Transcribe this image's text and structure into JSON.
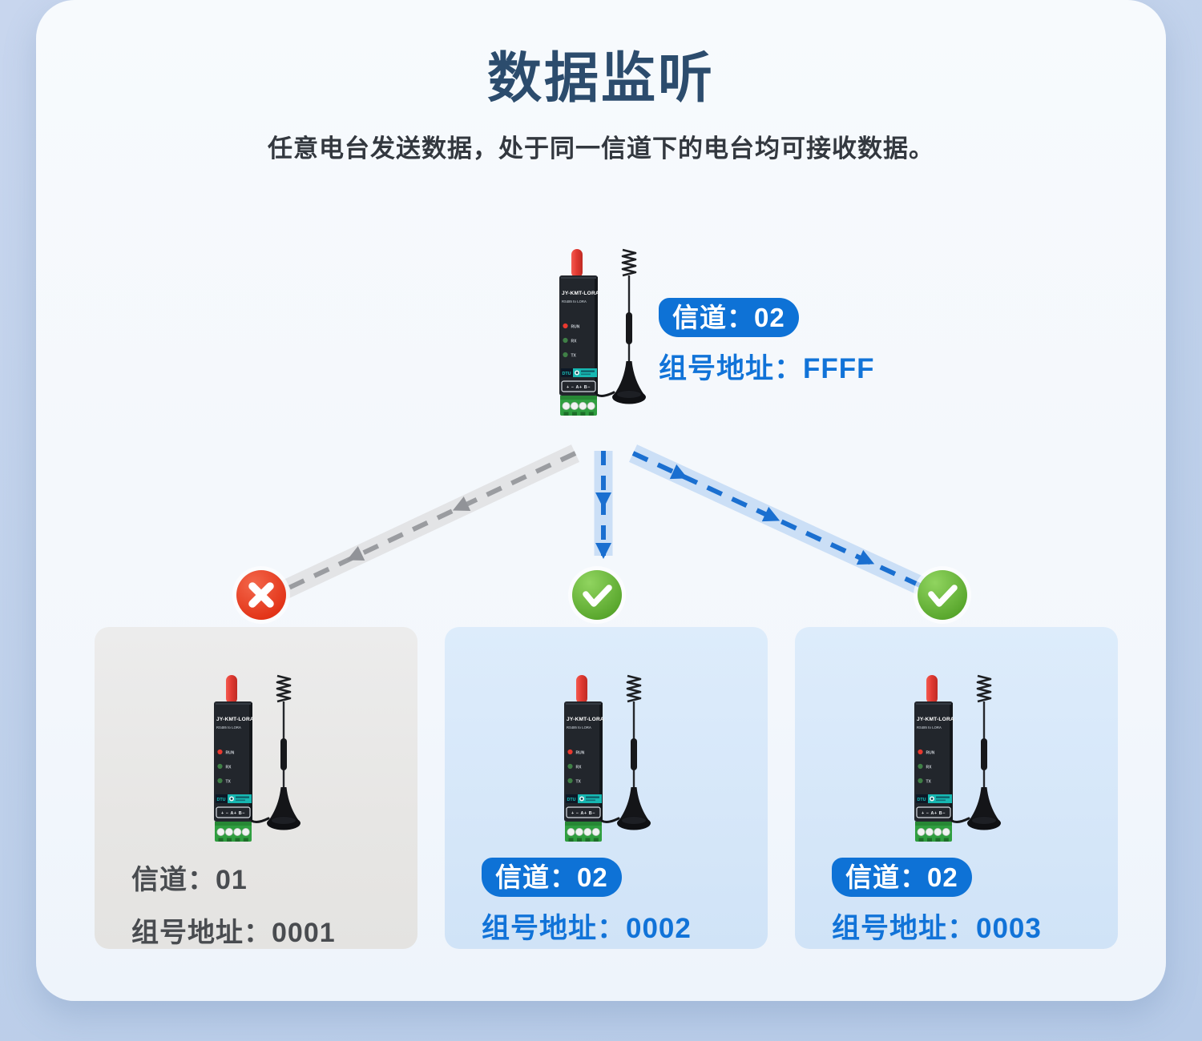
{
  "header": {
    "title": "数据监听",
    "subtitle": "任意电台发送数据，处于同一信道下的电台均可接收数据。"
  },
  "device": {
    "model": "JY-KMT-LORA",
    "submodel": "RS485 to LORA",
    "led_run": "RUN",
    "led_rx": "RX",
    "led_tx": "TX",
    "badge": "DTU",
    "terminal_label": "+ − A+ B−"
  },
  "master": {
    "channel": "信道：02",
    "address": "组号地址：FFFF"
  },
  "nodes": [
    {
      "channel": "信道：01",
      "address": "组号地址：0001",
      "status": "blocked",
      "highlighted": false
    },
    {
      "channel": "信道：02",
      "address": "组号地址：0002",
      "status": "received",
      "highlighted": true
    },
    {
      "channel": "信道：02",
      "address": "组号地址：0003",
      "status": "received",
      "highlighted": true
    }
  ],
  "colors": {
    "accent_blue": "#0e72d6",
    "text_blue": "#1173d8",
    "title_navy": "#2c4c6d",
    "success_green": "#5fae2e",
    "error_red": "#e8432a",
    "band_blue": "#cbdff6",
    "band_gray": "#e3e4e6"
  }
}
